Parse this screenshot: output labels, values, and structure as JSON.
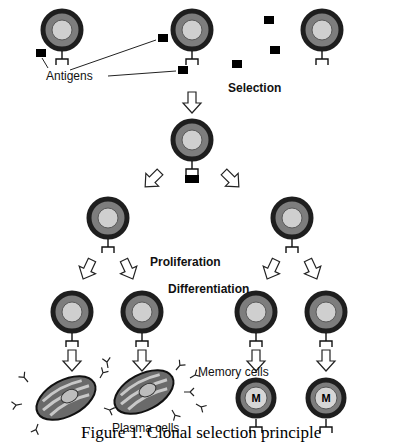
{
  "diagram": {
    "caption": "Figure 1. Clonal selection principle",
    "nodes": [
      {
        "text": [
          "M"
        ]
      },
      {
        "text": [
          "M"
        ]
      }
    ],
    "labels": [
      "Antigens",
      "Selection",
      "Proliferation",
      "Differentiation",
      "Memory cells",
      "Plasma cells"
    ]
  }
}
